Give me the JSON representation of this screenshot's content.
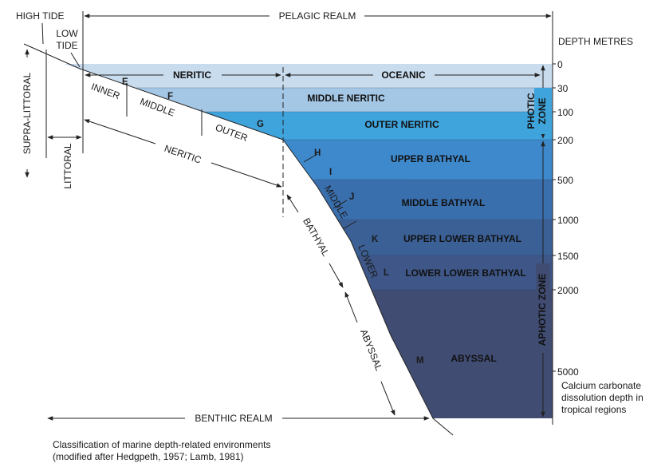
{
  "labels": {
    "pelagic_realm": "PELAGIC REALM",
    "benthic_realm": "BENTHIC REALM",
    "depth_metres": "DEPTH METRES",
    "high_tide": "HIGH TIDE",
    "low_tide_1": "LOW",
    "low_tide_2": "TIDE",
    "supra_littoral": "SUPRA-LITTORAL",
    "littoral": "LITTORAL",
    "neritic_top": "NERITIC",
    "oceanic_top": "OCEANIC",
    "photic_zone_1": "PHOTIC",
    "photic_zone_2": "ZONE",
    "aphotic_zone": "APHOTIC ZONE",
    "inner": "INNER",
    "middle_shelf": "MIDDLE",
    "outer": "OUTER",
    "neritic_benthic": "NERITIC",
    "middle_slope": "MIDDLE",
    "lower_slope": "LOWER",
    "bathyal": "BATHYAL",
    "abyssal_benthic": "ABYSSAL",
    "ccd_1": "Calcium carbonate",
    "ccd_2": "dissolution depth in",
    "ccd_3": "tropical regions",
    "caption_1": "Classification of marine depth-related environments",
    "caption_2": "(modified after Hedgpeth, 1957; Lamb, 1981)"
  },
  "bands": [
    {
      "label": "",
      "color": "#c9dcee"
    },
    {
      "label": "MIDDLE NERITIC",
      "color": "#a4c7e6"
    },
    {
      "label": "OUTER NERITIC",
      "color": "#3fa4dc"
    },
    {
      "label": "UPPER BATHYAL",
      "color": "#3e89cc"
    },
    {
      "label": "MIDDLE BATHYAL",
      "color": "#3a6fae"
    },
    {
      "label": "UPPER LOWER BATHYAL",
      "color": "#3b6096"
    },
    {
      "label": "LOWER LOWER BATHYAL",
      "color": "#3e5788"
    },
    {
      "label": "ABYSSAL",
      "color": "#404c72"
    }
  ],
  "depth_ticks": [
    "0",
    "30",
    "100",
    "200",
    "500",
    "1000",
    "1500",
    "2000",
    "5000"
  ],
  "zone_letters": [
    "E",
    "F",
    "G",
    "H",
    "I",
    "J",
    "K",
    "L",
    "M"
  ]
}
